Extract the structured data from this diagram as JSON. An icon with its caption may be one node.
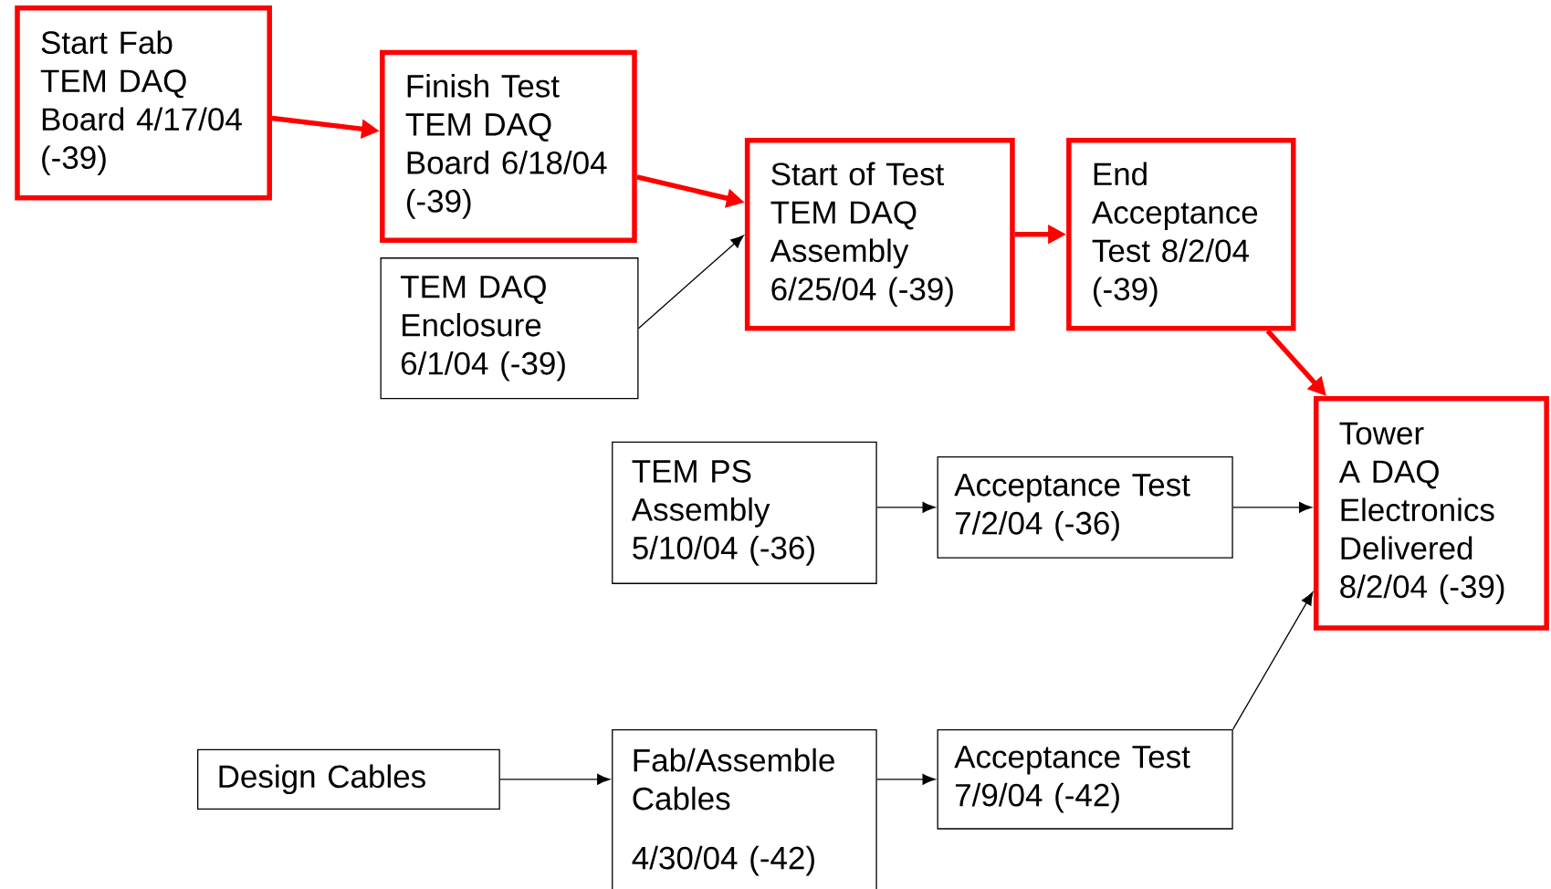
{
  "diagram": {
    "nodes": [
      {
        "text": [
          "Start Fab TEM DAQ Board 4/17/04 (-39)"
        ]
      },
      {
        "text": [
          "Finish Test TEM DAQ Board 6/18/04 (-39)"
        ]
      },
      {
        "text": [
          "TEM DAQ Enclosure 6/1/04 (-39)"
        ]
      },
      {
        "text": [
          "Start of Test TEM DAQ Assembly 6/25/04 (-39)"
        ]
      },
      {
        "text": [
          "End Acceptance Test 8/2/04 (-39)"
        ]
      },
      {
        "text": [
          "Tower A DAQ Electronics Delivered 8/2/04 (-39)"
        ]
      },
      {
        "text": [
          "TEM PS Assembly 5/10/04 (-36)"
        ]
      },
      {
        "text": [
          "Acceptance Test 7/2/04 (-36)"
        ]
      },
      {
        "text": [
          "Design Cables"
        ]
      },
      {
        "text": [
          "Fab/Assemble Cables",
          "4/30/04 (-42)"
        ]
      },
      {
        "text": [
          "Acceptance Test 7/9/04 (-42)"
        ]
      }
    ],
    "edges": [
      {
        "from": 0,
        "to": 1,
        "arrow": "to",
        "style": "thick",
        "color": "#ff0000"
      },
      {
        "from": 1,
        "to": 3,
        "arrow": "to",
        "style": "thick",
        "color": "#ff0000"
      },
      {
        "from": 2,
        "to": 3,
        "arrow": "to"
      },
      {
        "from": 3,
        "to": 4,
        "arrow": "to",
        "style": "thick",
        "color": "#ff0000"
      },
      {
        "from": 4,
        "to": 5,
        "arrow": "to",
        "style": "thick",
        "color": "#ff0000"
      },
      {
        "from": 6,
        "to": 7,
        "arrow": "to"
      },
      {
        "from": 7,
        "to": 5,
        "arrow": "to"
      },
      {
        "from": 8,
        "to": 9,
        "arrow": "to"
      },
      {
        "from": 9,
        "to": 10,
        "arrow": "to"
      },
      {
        "from": 10,
        "to": 5,
        "arrow": "to"
      }
    ]
  }
}
